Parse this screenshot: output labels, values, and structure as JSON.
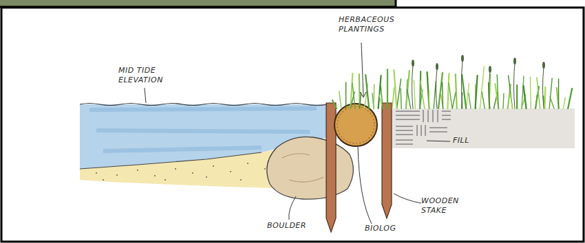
{
  "diagram": {
    "labels": [
      "MID TIDE ELEVATION",
      "HERBACEOUS PLANTINGS",
      "FILL",
      "WOODEN STAKE",
      "BIOLOG",
      "BOULDER"
    ]
  }
}
